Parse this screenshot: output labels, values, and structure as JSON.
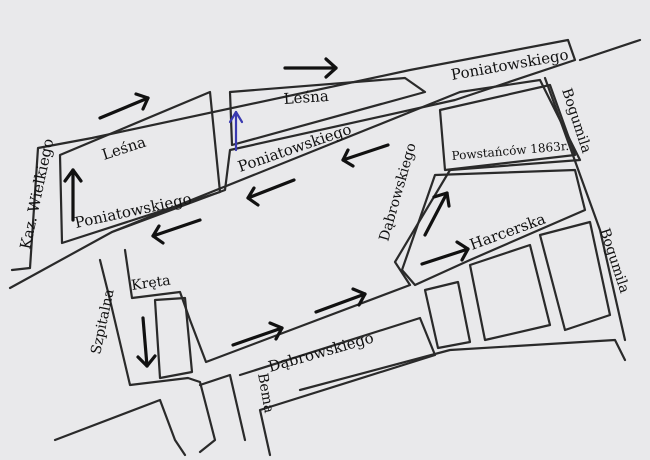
{
  "labels": {
    "kaz_wielkiego": "Kaz. Wielkiego",
    "lesna_left": "Leśna",
    "lesna_top": "Leśna",
    "poniatowskiego_top_right": "Poniatowskiego",
    "poniatowskiego_middle": "Poniatowskiego",
    "poniatowskiego_left": "Poniatowskiego",
    "bogumila_top": "Bogumila",
    "bogumila_right": "Bogumila",
    "powstancow": "Powstańców 1863r.",
    "dabrowskiego_vertical": "Dąbrowskiego",
    "dabrowskiego_bottom": "Dąbrowskiego",
    "harcerska": "Harcerska",
    "kreta": "Kręta",
    "szpitalna": "Szpitalna",
    "bema": "Bema"
  },
  "colors": {
    "paper": "#e9e9eb",
    "ink": "#111111",
    "highlight_arrow": "#3a3ab0"
  }
}
